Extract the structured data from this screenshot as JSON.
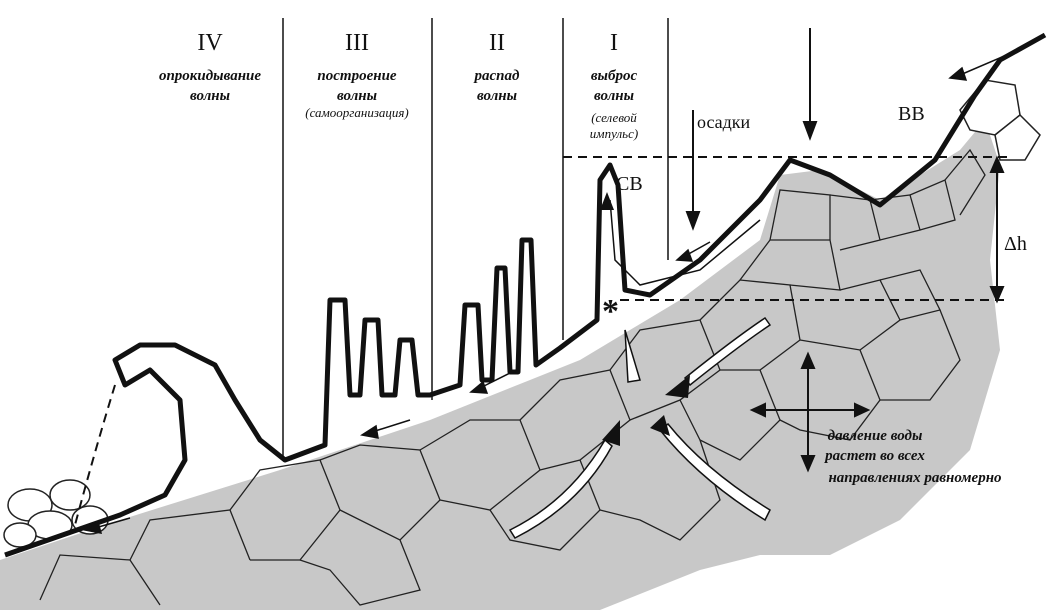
{
  "stages": [
    {
      "number": "IV",
      "line1": "опрокидывание",
      "line2": "волны",
      "line3": ""
    },
    {
      "number": "III",
      "line1": "построение",
      "line2": "волны",
      "line3": "(самоорганизация)"
    },
    {
      "number": "II",
      "line1": "распад",
      "line2": "волны",
      "line3": ""
    },
    {
      "number": "I",
      "line1": "выброс",
      "line2": "волны",
      "line3": "(селевой",
      "line4": "импульс)"
    }
  ],
  "labels": {
    "precipitation": "осадки",
    "sv": "СВ",
    "vv": "ВВ",
    "delta_h": "Δh",
    "pressure_line1": "давление воды",
    "pressure_line2": "растет во всех",
    "pressure_line3": "направлениях равномерно"
  },
  "colors": {
    "ground_fill": "#c8c8c8",
    "stroke": "#111111",
    "background": "#ffffff"
  }
}
